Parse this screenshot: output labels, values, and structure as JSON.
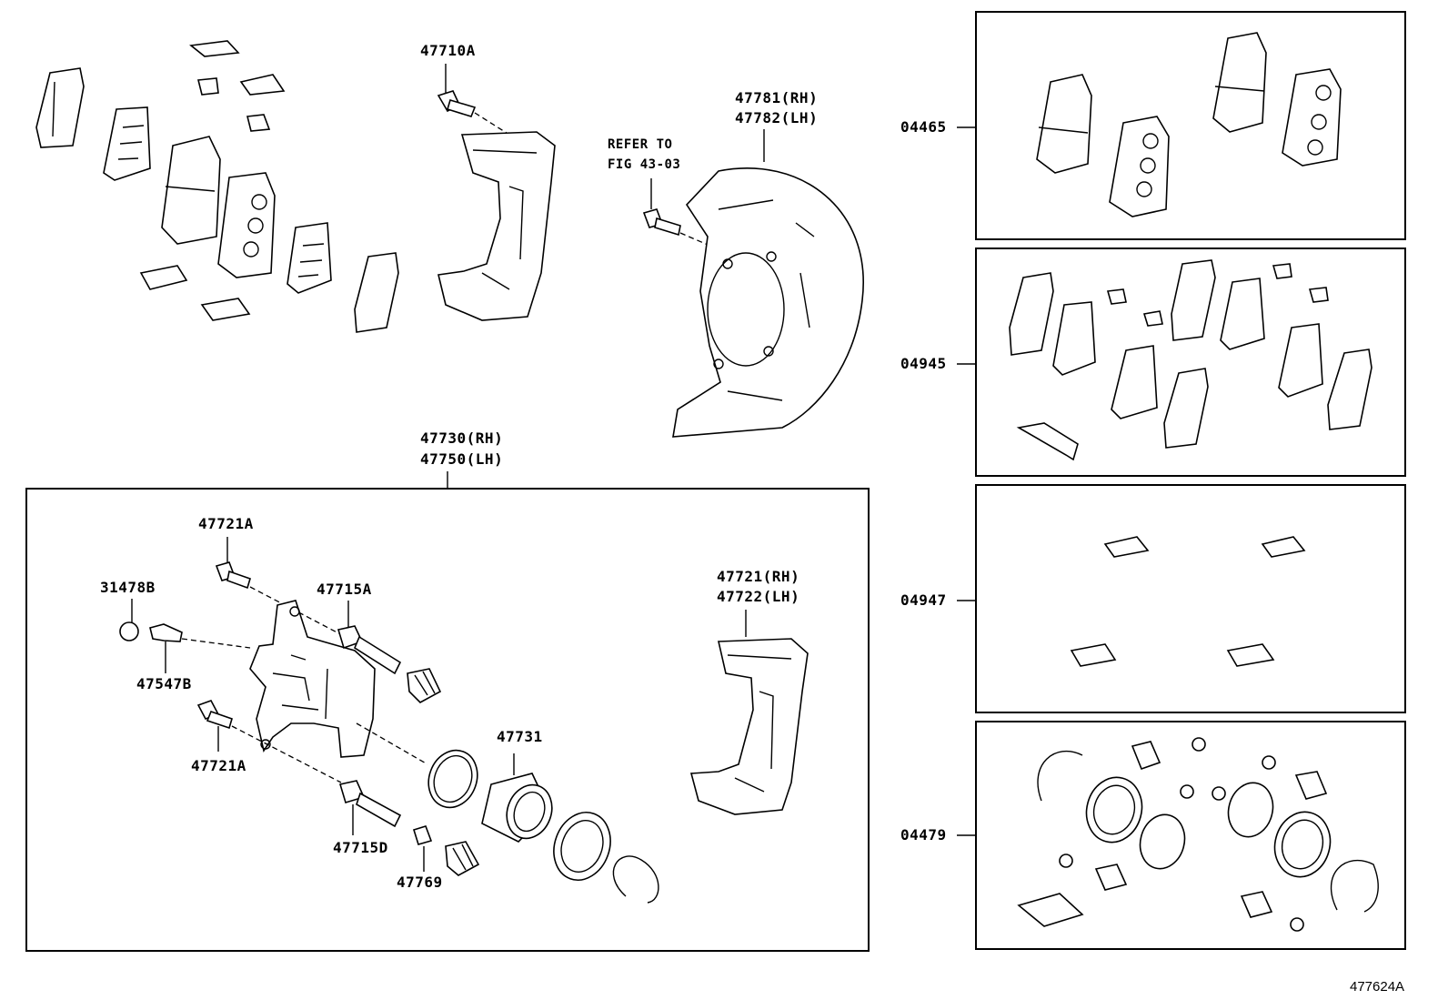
{
  "labels": {
    "bolt_top": "47710A",
    "refer_line1": "REFER TO",
    "refer_line2": "FIG 43-03",
    "cover_rh": "47781(RH)",
    "cover_lh": "47782(LH)",
    "caliper_rh": "47730(RH)",
    "caliper_lh": "47750(LH)",
    "bolt_upper": "47721A",
    "cap": "31478B",
    "pin_upper": "47715A",
    "bleeder": "47547B",
    "bolt_lower": "47721A",
    "piston": "47731",
    "mount_rh": "47721(RH)",
    "mount_lh": "47722(LH)",
    "pin_lower": "47715D",
    "bush": "47769"
  },
  "kits": [
    {
      "code": "04465"
    },
    {
      "code": "04945"
    },
    {
      "code": "04947"
    },
    {
      "code": "04479"
    }
  ],
  "figure_id": "477624A"
}
